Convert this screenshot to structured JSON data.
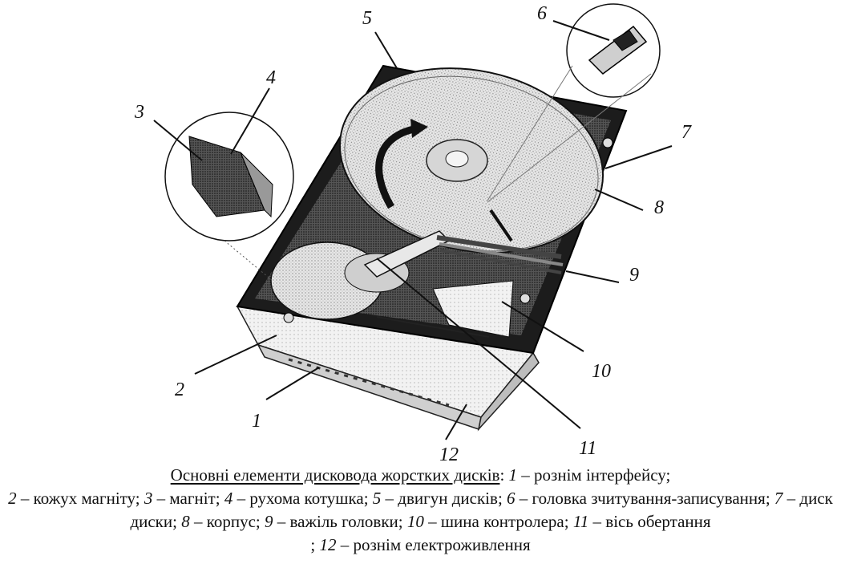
{
  "callouts": {
    "c1": "1",
    "c2": "2",
    "c3": "3",
    "c4": "4",
    "c5": "5",
    "c6": "6",
    "c7": "7",
    "c8": "8",
    "c9": "9",
    "c10": "10",
    "c11": "11",
    "c12": "12"
  },
  "caption": {
    "title": "Основні елементи дисковода жорстких дисків",
    "items": [
      {
        "num": "1",
        "text": "рознім інтерфейсу"
      },
      {
        "num": "2",
        "text": "кожух магніту"
      },
      {
        "num": "3",
        "text": "магніт"
      },
      {
        "num": "4",
        "text": "рухома котушка"
      },
      {
        "num": "5",
        "text": "двигун дисків"
      },
      {
        "num": "6",
        "text": "головка зчитування-записування"
      },
      {
        "num": "7",
        "text": "диски"
      },
      {
        "num": "8",
        "text": "корпус"
      },
      {
        "num": "9",
        "text": "важіль головки"
      },
      {
        "num": "10",
        "text": "шина контролера"
      },
      {
        "num": "11",
        "text": "вісь обертання"
      },
      {
        "num": "12",
        "text": "рознім електроживлення"
      }
    ]
  }
}
